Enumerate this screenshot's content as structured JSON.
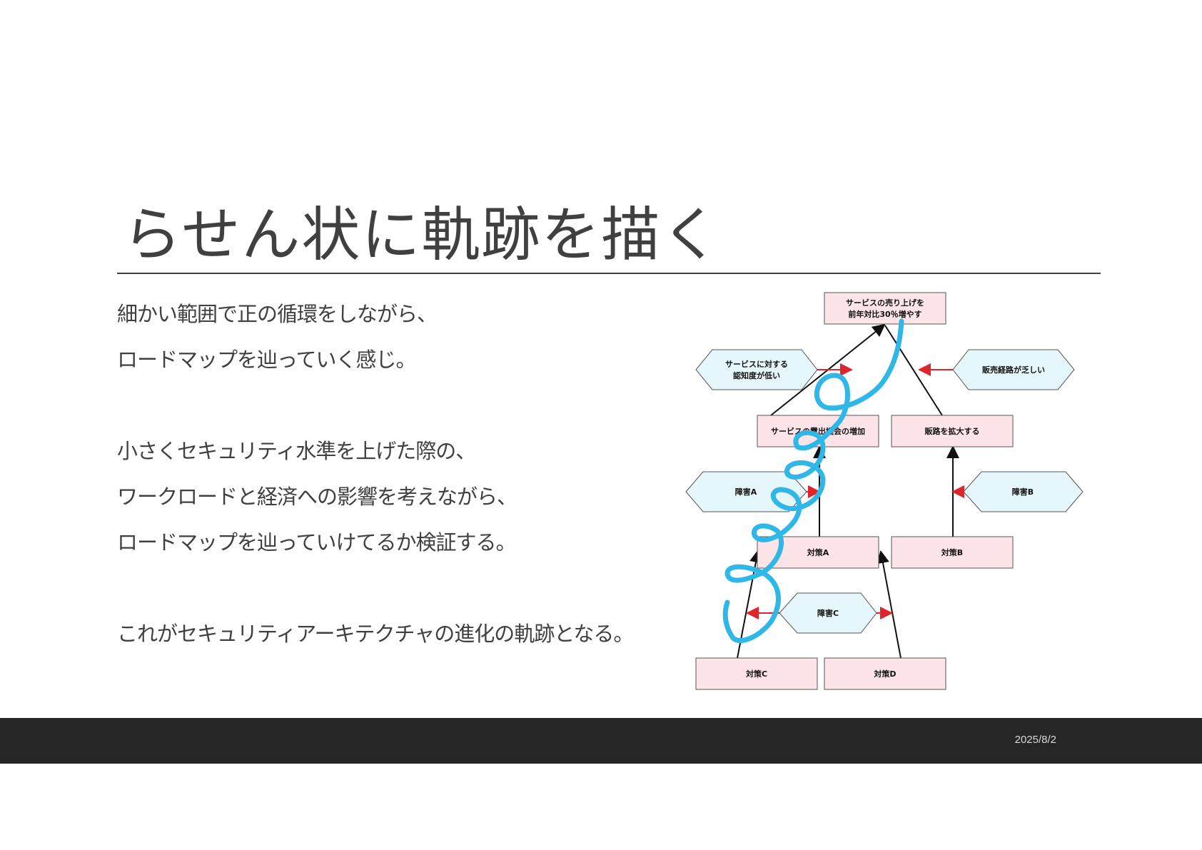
{
  "slide": {
    "title": "らせん状に軌跡を描く",
    "body_lines": [
      "細かい範囲で正の循環をしながら、",
      "ロードマップを辿っていく感じ。",
      "",
      "小さくセキュリティ水準を上げた際の、",
      "ワークロードと経済への影響を考えながら、",
      "ロードマップを辿っていけてるか検証する。",
      "",
      "これがセキュリティアーキテクチャの進化の軌跡となる。"
    ],
    "date": "2025/8/2"
  },
  "diagram": {
    "goal": {
      "line1": "サービスの売り上げを",
      "line2": "前年対比30％増やす"
    },
    "obstacle_awareness": {
      "line1": "サービスに対する",
      "line2": "認知度が低い"
    },
    "obstacle_channels": "販売経路が乏しい",
    "node_exposure": "サービスの露出機会の増加",
    "node_channels": "販路を拡大する",
    "obstacle_a": "障害A",
    "obstacle_b": "障害B",
    "measure_a": "対策A",
    "measure_b": "対策B",
    "obstacle_c": "障害C",
    "measure_c": "対策C",
    "measure_d": "対策D"
  },
  "colors": {
    "text": "#404040",
    "rule": "#404040",
    "footer": "#262626",
    "footer_text": "#d9d9d9",
    "box_fill": "#fde4e8",
    "hex_fill": "#e5f7fb",
    "red_arrow": "#e0242b",
    "spiral": "#2fb7e8"
  }
}
